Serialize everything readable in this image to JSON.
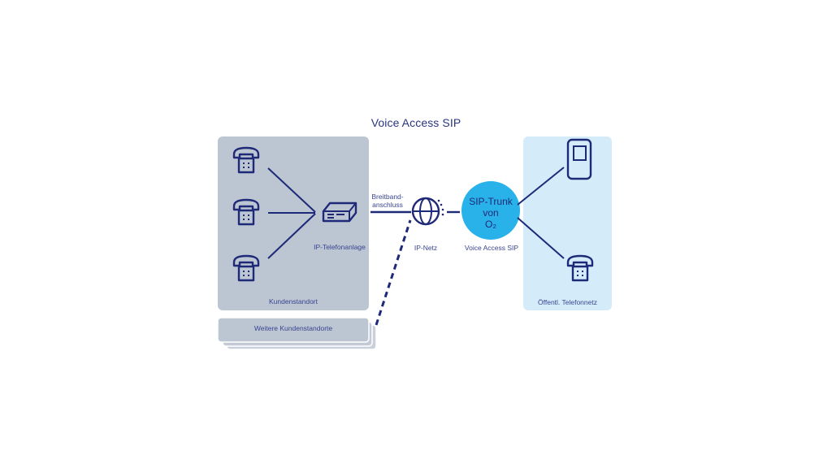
{
  "title": "Voice Access SIP",
  "customer_site": {
    "label": "Kundenstandort",
    "pbx_label": "IP-Telefonanlage",
    "phones": [
      "desk-phone",
      "desk-phone",
      "desk-phone"
    ]
  },
  "more_sites": {
    "label": "Weitere Kundenstandorte"
  },
  "broadband": {
    "label_line1": "Breitband-",
    "label_line2": "anschluss"
  },
  "ip_network": {
    "label": "IP-Netz"
  },
  "sip_trunk": {
    "line1": "SIP-Trunk",
    "line2": "von",
    "line3": "O₂",
    "caption": "Voice Access SIP"
  },
  "public_network": {
    "label": "Öffentl. Telefonnetz",
    "devices": [
      "mobile-phone",
      "desk-phone"
    ]
  },
  "colors": {
    "navy": "#1e2a78",
    "customer_box": "#bcc5d2",
    "public_box": "#d4ecfa",
    "sip_circle": "#29b2ea"
  }
}
